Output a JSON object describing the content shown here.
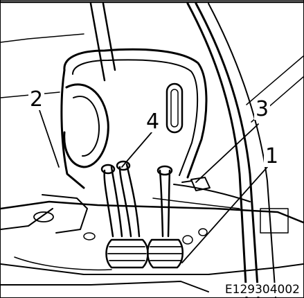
{
  "callouts": [
    {
      "id": "c1",
      "label": "1"
    },
    {
      "id": "c2",
      "label": "2"
    },
    {
      "id": "c3",
      "label": "3"
    },
    {
      "id": "c4",
      "label": "4"
    }
  ],
  "figure_id": "E129304002",
  "colors": {
    "line": "#000000",
    "background": "#ffffff"
  }
}
